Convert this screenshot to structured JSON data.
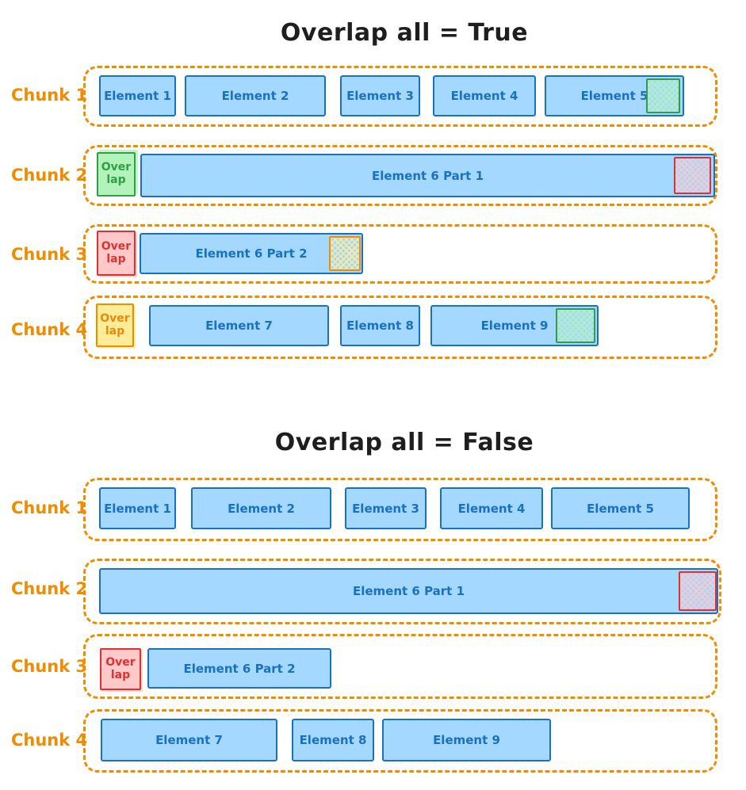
{
  "diagram": {
    "overlap_box": {
      "line1": "Over",
      "line2": "lap"
    },
    "colors": {
      "accent_orange": "#f08c00",
      "element_fill": "#a5d8ff",
      "element_stroke": "#1971c2",
      "overlap_green_fill": "#b2f2bb",
      "overlap_green_stroke": "#2f9e44",
      "overlap_red_fill": "#ffc9c9",
      "overlap_red_stroke": "#e03131",
      "overlap_yellow_fill": "#ffec99",
      "overlap_yellow_stroke": "#f08c00",
      "title_color": "#1e1e1e"
    },
    "sections": [
      {
        "title": "Overlap all = True",
        "chunks": [
          {
            "label": "Chunk 1",
            "elements": [
              "Element 1",
              "Element 2",
              "Element 3",
              "Element 4",
              "Element 5"
            ],
            "trailing_hatch": "green"
          },
          {
            "label": "Chunk 2",
            "leading_overlap": "green",
            "elements": [
              "Element 6 Part 1"
            ],
            "trailing_hatch": "red"
          },
          {
            "label": "Chunk 3",
            "leading_overlap": "red",
            "elements": [
              "Element 6 Part 2"
            ],
            "trailing_hatch": "orange"
          },
          {
            "label": "Chunk 4",
            "leading_overlap": "yellow",
            "elements": [
              "Element 7",
              "Element 8",
              "Element 9"
            ],
            "trailing_hatch": "green"
          }
        ]
      },
      {
        "title": "Overlap all = False",
        "chunks": [
          {
            "label": "Chunk 1",
            "elements": [
              "Element 1",
              "Element 2",
              "Element 3",
              "Element 4",
              "Element 5"
            ]
          },
          {
            "label": "Chunk 2",
            "elements": [
              "Element 6 Part 1"
            ],
            "trailing_hatch": "red"
          },
          {
            "label": "Chunk 3",
            "leading_overlap": "red",
            "elements": [
              "Element 6 Part 2"
            ]
          },
          {
            "label": "Chunk 4",
            "elements": [
              "Element 7",
              "Element 8",
              "Element 9"
            ]
          }
        ]
      }
    ]
  }
}
